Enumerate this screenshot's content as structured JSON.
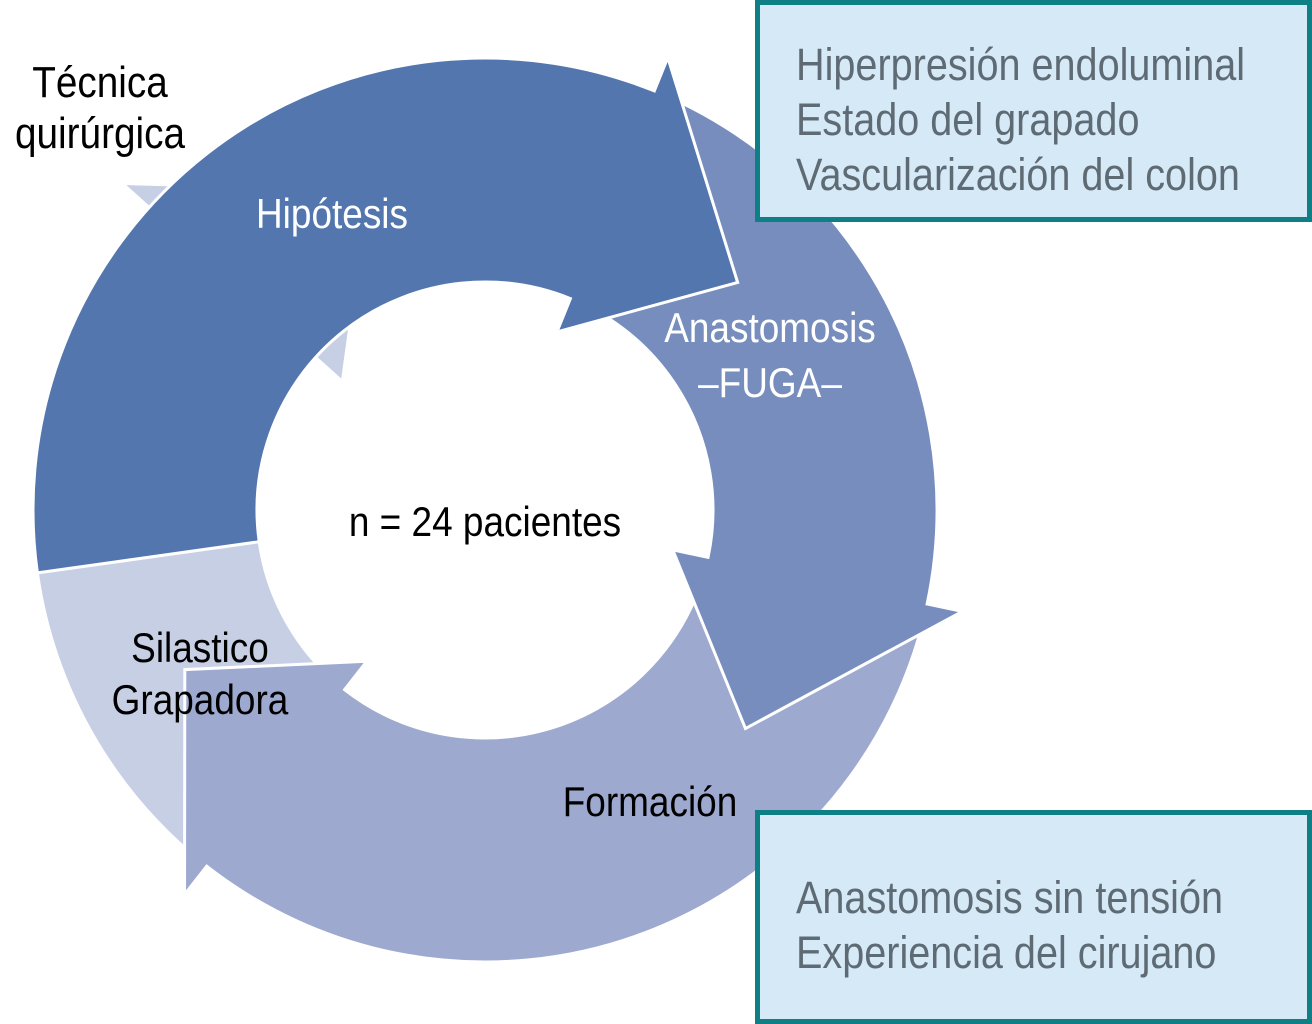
{
  "figure": {
    "center_label": "n = 24 pacientes",
    "corner_label": [
      "Técnica",
      "quirúrgica"
    ],
    "stages": [
      {
        "id": "hipotesis",
        "lines": [
          "Hipótesis"
        ],
        "color": "#5276ad",
        "text_color": "#ffffff"
      },
      {
        "id": "anastomosis",
        "lines": [
          "Anastomosis",
          "–FUGA–"
        ],
        "color": "#778dbd",
        "text_color": "#ffffff"
      },
      {
        "id": "formacion",
        "lines": [
          "Formación"
        ],
        "color": "#9da9cf",
        "text_color": "#000000"
      },
      {
        "id": "silastico",
        "lines": [
          "Silastico",
          "Grapadora"
        ],
        "color": "#c7cfe5",
        "text_color": "#000000"
      }
    ],
    "boxes": [
      {
        "id": "top",
        "lines": [
          "Hiperpresión endoluminal",
          "Estado del grapado",
          "Vascularización del colon"
        ]
      },
      {
        "id": "bottom",
        "lines": [
          "Anastomosis sin tensión",
          "Experiencia del cirujano"
        ]
      }
    ],
    "colors": {
      "box_fill": "#d6e9f7",
      "box_border": "#0f7f86",
      "box_text": "#5f6b74"
    }
  }
}
